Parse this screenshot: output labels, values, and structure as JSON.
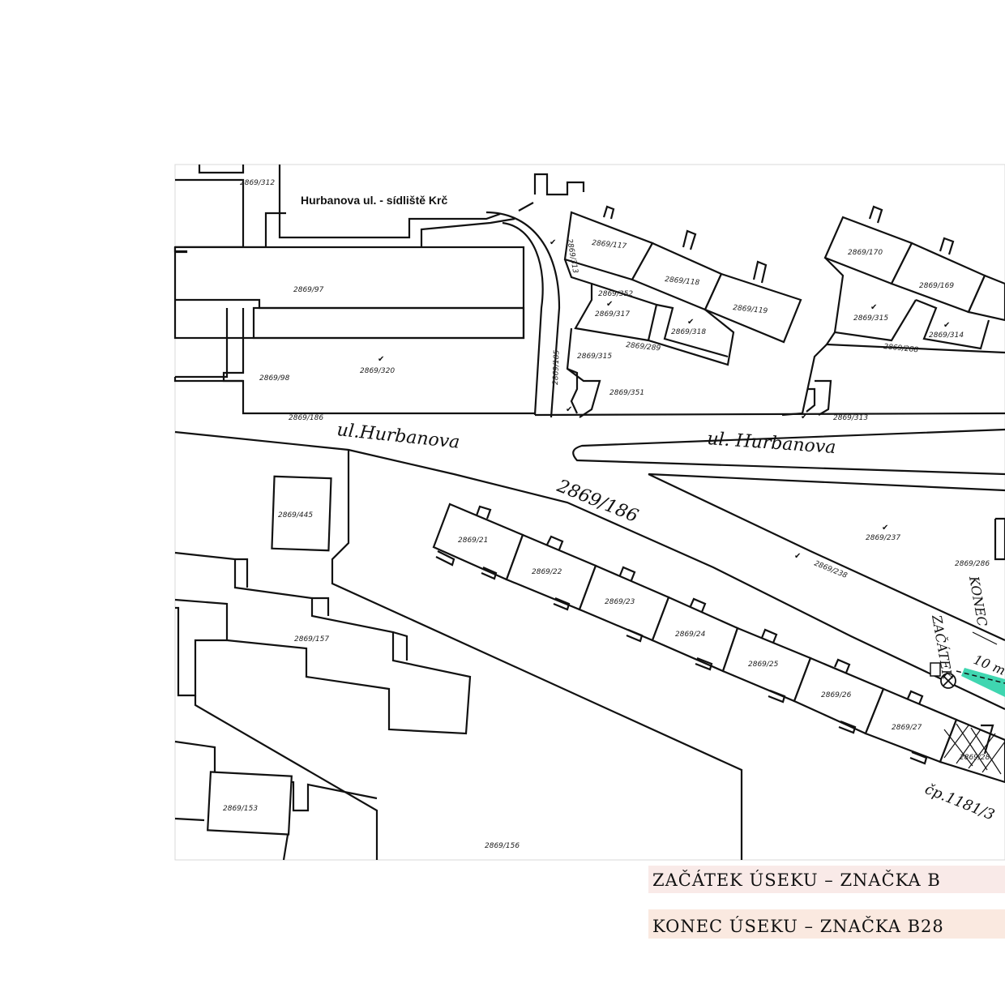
{
  "map": {
    "title": "Hurbanova ul. - sídliště Krč",
    "streets": {
      "street_left": "ul.Hurbanova",
      "street_right": "ul. Hurbanova",
      "road_parcel": "2869/186"
    },
    "parcels": {
      "p312": "2869/312",
      "p97": "2869/97",
      "p320": "2869/320",
      "p98": "2869/98",
      "p186a": "2869/186",
      "p117": "2869/117",
      "p118": "2869/118",
      "p119": "2869/119",
      "p352": "2869/352",
      "p317": "2869/317",
      "p318": "2869/318",
      "p289": "2869/289",
      "p315a": "2869/315",
      "p351": "2869/351",
      "p185": "2869/185",
      "p313a": "2869/313",
      "p170": "2869/170",
      "p169": "2869/169",
      "p315b": "2869/315",
      "p314": "2869/314",
      "p288": "2869/288",
      "p313b": "2869/313",
      "p445": "2869/445",
      "p21": "2869/21",
      "p22": "2869/22",
      "p23": "2869/23",
      "p24": "2869/24",
      "p25": "2869/25",
      "p26": "2869/26",
      "p27": "2869/27",
      "p28": "2869/28",
      "p237": "2869/237",
      "p238": "2869/238",
      "p286": "2869/286",
      "p157": "2869/157",
      "p153": "2869/153",
      "p156": "2869/156"
    },
    "annotations": {
      "konec": "KONEC",
      "zacatek": "ZAČÁTEK",
      "distance": "10 m",
      "house": "čp.1181/3"
    },
    "legend": {
      "start": "ZAČÁTEK ÚSEKU – ZNAČKA B",
      "end": "KONEC ÚSEKU – ZNAČKA B28"
    },
    "colors": {
      "highlight": "#3fd6b0",
      "legend_start_bg": "#f4d9d6",
      "legend_end_bg": "#f6d7c6",
      "ink": "#111111"
    }
  }
}
